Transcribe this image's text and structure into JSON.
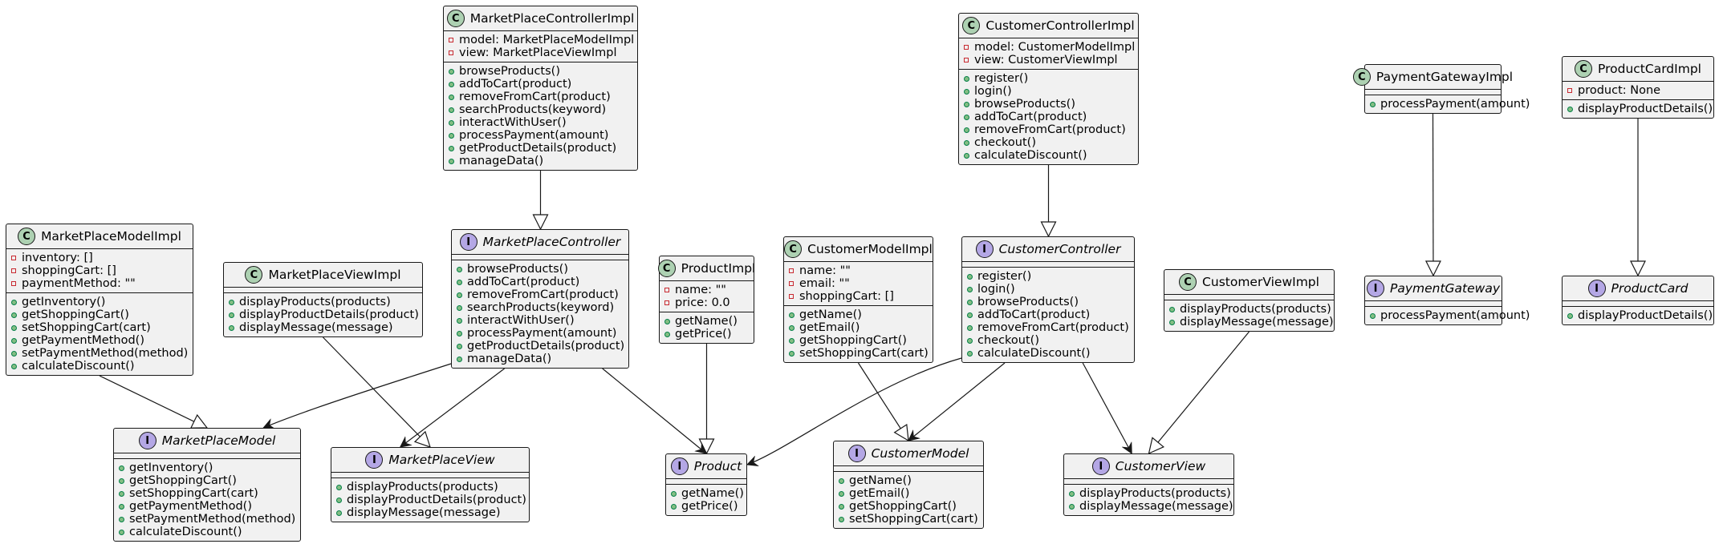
{
  "classes": [
    {
      "id": "mpci",
      "kind": "class",
      "name": "MarketPlaceControllerImpl",
      "fields": [
        "model: MarketPlaceModelImpl",
        "view: MarketPlaceViewImpl"
      ],
      "methods": [
        "browseProducts()",
        "addToCart(product)",
        "removeFromCart(product)",
        "searchProducts(keyword)",
        "interactWithUser()",
        "processPayment(amount)",
        "getProductDetails(product)",
        "manageData()"
      ]
    },
    {
      "id": "cci",
      "kind": "class",
      "name": "CustomerControllerImpl",
      "fields": [
        "model: CustomerModelImpl",
        "view: CustomerViewImpl"
      ],
      "methods": [
        "register()",
        "login()",
        "browseProducts()",
        "addToCart(product)",
        "removeFromCart(product)",
        "checkout()",
        "calculateDiscount()"
      ]
    },
    {
      "id": "pgi",
      "kind": "class",
      "name": "PaymentGatewayImpl",
      "fields": [],
      "methods": [
        "processPayment(amount)"
      ]
    },
    {
      "id": "pci",
      "kind": "class",
      "name": "ProductCardImpl",
      "fields": [
        "product: None"
      ],
      "methods": [
        "displayProductDetails()"
      ]
    },
    {
      "id": "mpmi",
      "kind": "class",
      "name": "MarketPlaceModelImpl",
      "fields": [
        "inventory: []",
        "shoppingCart: []",
        "paymentMethod: \"\""
      ],
      "methods": [
        "getInventory()",
        "getShoppingCart()",
        "setShoppingCart(cart)",
        "getPaymentMethod()",
        "setPaymentMethod(method)",
        "calculateDiscount()"
      ]
    },
    {
      "id": "mpvi",
      "kind": "class",
      "name": "MarketPlaceViewImpl",
      "fields": [],
      "methods": [
        "displayProducts(products)",
        "displayProductDetails(product)",
        "displayMessage(message)"
      ]
    },
    {
      "id": "mpc",
      "kind": "interface",
      "name": "MarketPlaceController",
      "fields": [],
      "methods": [
        "browseProducts()",
        "addToCart(product)",
        "removeFromCart(product)",
        "searchProducts(keyword)",
        "interactWithUser()",
        "processPayment(amount)",
        "getProductDetails(product)",
        "manageData()"
      ]
    },
    {
      "id": "pi",
      "kind": "class",
      "name": "ProductImpl",
      "fields": [
        "name: \"\"",
        "price: 0.0"
      ],
      "methods": [
        "getName()",
        "getPrice()"
      ]
    },
    {
      "id": "cmi",
      "kind": "class",
      "name": "CustomerModelImpl",
      "fields": [
        "name: \"\"",
        "email: \"\"",
        "shoppingCart: []"
      ],
      "methods": [
        "getName()",
        "getEmail()",
        "getShoppingCart()",
        "setShoppingCart(cart)"
      ]
    },
    {
      "id": "cc",
      "kind": "interface",
      "name": "CustomerController",
      "fields": [],
      "methods": [
        "register()",
        "login()",
        "browseProducts()",
        "addToCart(product)",
        "removeFromCart(product)",
        "checkout()",
        "calculateDiscount()"
      ]
    },
    {
      "id": "cvi",
      "kind": "class",
      "name": "CustomerViewImpl",
      "fields": [],
      "methods": [
        "displayProducts(products)",
        "displayMessage(message)"
      ]
    },
    {
      "id": "pg",
      "kind": "interface",
      "name": "PaymentGateway",
      "fields": [],
      "methods": [
        "processPayment(amount)"
      ]
    },
    {
      "id": "pc",
      "kind": "interface",
      "name": "ProductCard",
      "fields": [],
      "methods": [
        "displayProductDetails()"
      ]
    },
    {
      "id": "mpm",
      "kind": "interface",
      "name": "MarketPlaceModel",
      "fields": [],
      "methods": [
        "getInventory()",
        "getShoppingCart()",
        "setShoppingCart(cart)",
        "getPaymentMethod()",
        "setPaymentMethod(method)",
        "calculateDiscount()"
      ]
    },
    {
      "id": "mpv",
      "kind": "interface",
      "name": "MarketPlaceView",
      "fields": [],
      "methods": [
        "displayProducts(products)",
        "displayProductDetails(product)",
        "displayMessage(message)"
      ]
    },
    {
      "id": "p",
      "kind": "interface",
      "name": "Product",
      "fields": [],
      "methods": [
        "getName()",
        "getPrice()"
      ]
    },
    {
      "id": "cm",
      "kind": "interface",
      "name": "CustomerModel",
      "fields": [],
      "methods": [
        "getName()",
        "getEmail()",
        "getShoppingCart()",
        "setShoppingCart(cart)"
      ]
    },
    {
      "id": "cv",
      "kind": "interface",
      "name": "CustomerView",
      "fields": [],
      "methods": [
        "displayProducts(products)",
        "displayMessage(message)"
      ]
    }
  ],
  "relations": [
    {
      "from": "mpci",
      "to": "mpc",
      "type": "realization"
    },
    {
      "from": "cci",
      "to": "cc",
      "type": "realization"
    },
    {
      "from": "pgi",
      "to": "pg",
      "type": "realization"
    },
    {
      "from": "pci",
      "to": "pc",
      "type": "realization"
    },
    {
      "from": "mpmi",
      "to": "mpm",
      "type": "realization"
    },
    {
      "from": "mpvi",
      "to": "mpv",
      "type": "realization"
    },
    {
      "from": "pi",
      "to": "p",
      "type": "realization"
    },
    {
      "from": "cmi",
      "to": "cm",
      "type": "realization"
    },
    {
      "from": "cvi",
      "to": "cv",
      "type": "realization"
    },
    {
      "from": "mpc",
      "to": "mpm",
      "type": "association"
    },
    {
      "from": "mpc",
      "to": "mpv",
      "type": "association"
    },
    {
      "from": "mpc",
      "to": "p",
      "type": "association"
    },
    {
      "from": "cc",
      "to": "p",
      "type": "association"
    },
    {
      "from": "cc",
      "to": "cm",
      "type": "association"
    },
    {
      "from": "cc",
      "to": "cv",
      "type": "association"
    }
  ],
  "colors": {
    "box_fill": "#f1f1f1",
    "border": "#181818",
    "class_badge": "#add1b2",
    "interface_badge": "#b4a7e5",
    "private_marker": "#c82930",
    "public_marker": "#84be84"
  }
}
